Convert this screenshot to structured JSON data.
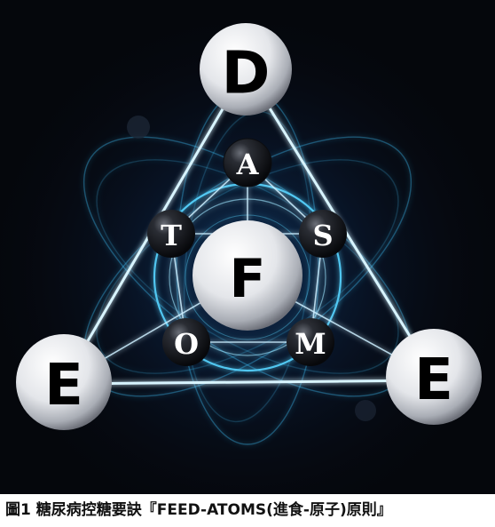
{
  "diagram": {
    "nodes": {
      "top": "D",
      "bottom_left": "E",
      "bottom_right": "E",
      "center": "F",
      "upper": "A",
      "left": "T",
      "right": "S",
      "lower_left": "O",
      "lower_right": "M"
    },
    "colors": {
      "background": "#05070c",
      "glow": "#3fc6ff",
      "line": "#d8f4ff",
      "sphere_light": "#ffffff",
      "sphere_dark": "#101218"
    }
  },
  "caption": "圖1 糖尿病控糖要訣『FEED-ATOMS(進食-原子)原則』"
}
